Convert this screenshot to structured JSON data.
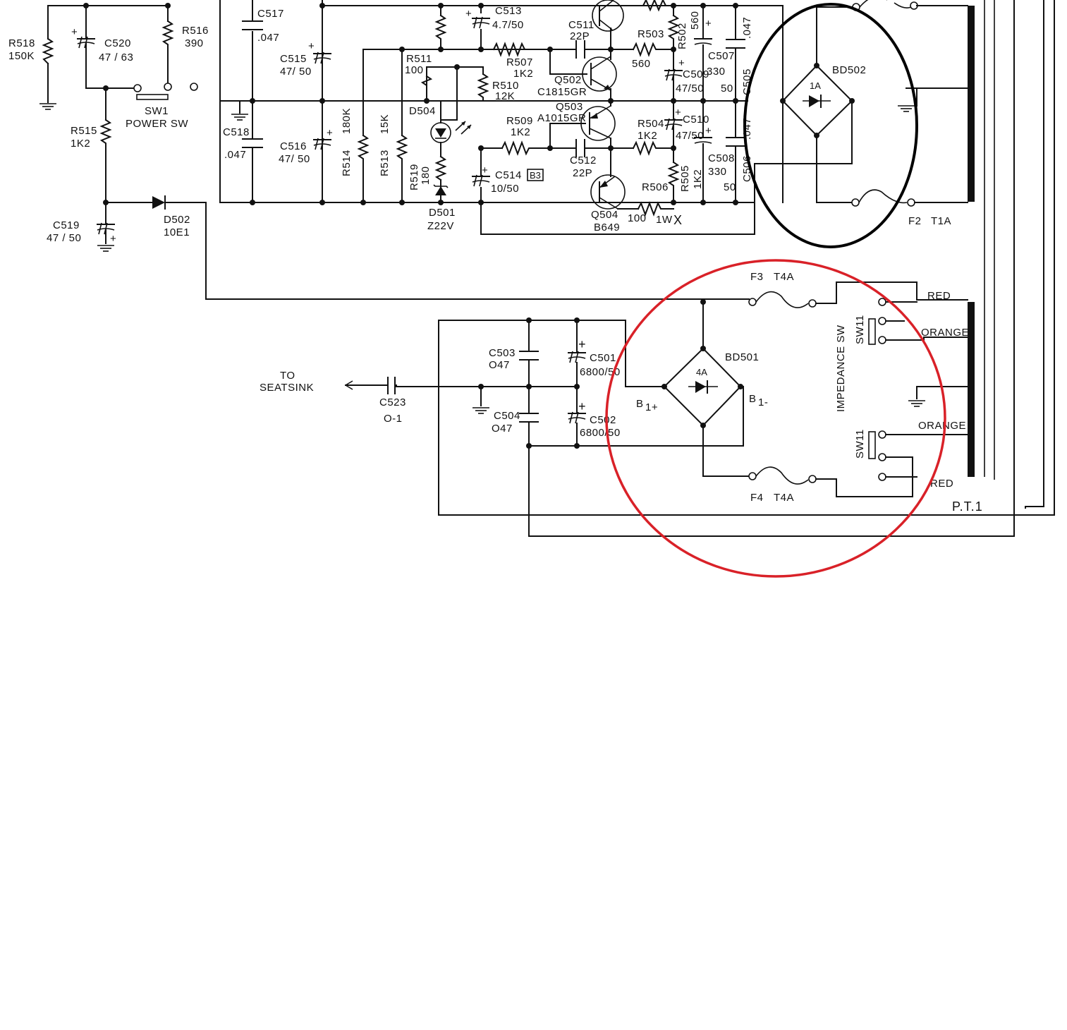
{
  "labels": {
    "r518": "R518",
    "r518_val": "150K",
    "c520": "C520",
    "c520_val": "47 / 63",
    "r516": "R516",
    "r516_val": "390",
    "sw1": "SW1",
    "sw1_desc": "POWER SW",
    "r515": "R515",
    "r515_val": "1K2",
    "c519": "C519",
    "c519_val": "47 / 50",
    "d502": "D502",
    "d502_val": "10E1",
    "c517": "C517",
    "c517_val": ".047",
    "c515": "C515",
    "c515_val": "47/ 50",
    "c518": "C518",
    "c518_val": ".047",
    "c516": "C516",
    "c516_val": "47/ 50",
    "r514": "R514",
    "r514_val": "180K",
    "r513": "R513",
    "r513_val": "15K",
    "r511": "R511",
    "r511_val": "100",
    "r519": "R519",
    "r519_val": "180",
    "d504": "D504",
    "d501": "D501",
    "d501_val": "Z22V",
    "r510": "R510",
    "r510_val": "12K",
    "c513": "C513",
    "c513_val": "4.7/50",
    "c514": "C514",
    "c514_val": "10/50",
    "c514_tag": "B3",
    "r507": "R507",
    "r507_val": "1K2",
    "r509": "R509",
    "r509_val": "1K2",
    "c511": "C511",
    "c511_val": "22P",
    "c512": "C512",
    "c512_val": "22P",
    "q502": "Q502",
    "q502_val": "C1815GR",
    "q503": "Q503",
    "q503_val": "A1015GR",
    "q504": "Q504",
    "q504_val": "B649",
    "r503": "R503",
    "r503_val": "560",
    "r504": "R504",
    "r504_val": "1K2",
    "r502": "R502",
    "r502_val": "560",
    "r505": "R505",
    "r505_val": "1K2",
    "r506": "R506",
    "r506_val": "100",
    "r506_pw": "1W",
    "c509": "C509",
    "c509_val": "47/50",
    "c510": "C510",
    "c510_val": "47/50",
    "c507": "C507",
    "c507_val": "330",
    "c507_v": "50",
    "c508": "C508",
    "c508_val": "330",
    "c508_v": "50",
    "c505": "C505",
    "c505_val": ".047",
    "c506": "C506",
    "c506_val": ".047",
    "bd502": "BD502",
    "bd502_val": "1A",
    "f2": "F2",
    "f2_val": "T1A",
    "f3": "F3",
    "f3_val": "T4A",
    "f4": "F4",
    "f4_val": "T4A",
    "bd501": "BD501",
    "bd501_val": "4A",
    "b1p": "B",
    "b1p_sub": "1+",
    "b1m": "B",
    "b1m_sub": "1-",
    "c503": "C503",
    "c503_val": "O47",
    "c504": "C504",
    "c504_val": "O47",
    "c501": "C501",
    "c501_val": "6800/50",
    "c502": "C502",
    "c502_val": "6800/50",
    "c523": "C523",
    "c523_val": "O-1",
    "to": "TO",
    "seatsink": "SEATSINK",
    "impedance_sw": "IMPEDANCE SW",
    "sw11_top": "SW11",
    "sw11_bot": "SW11",
    "red_top": "RED",
    "orange_top": "ORANGE",
    "orange_bot": "ORANGE",
    "red_bot": "RED",
    "pt1": "P.T.1",
    "plus": "+"
  },
  "colors": {
    "ink": "#111111",
    "highlight_black": "#000000",
    "highlight_red": "#d92128"
  }
}
